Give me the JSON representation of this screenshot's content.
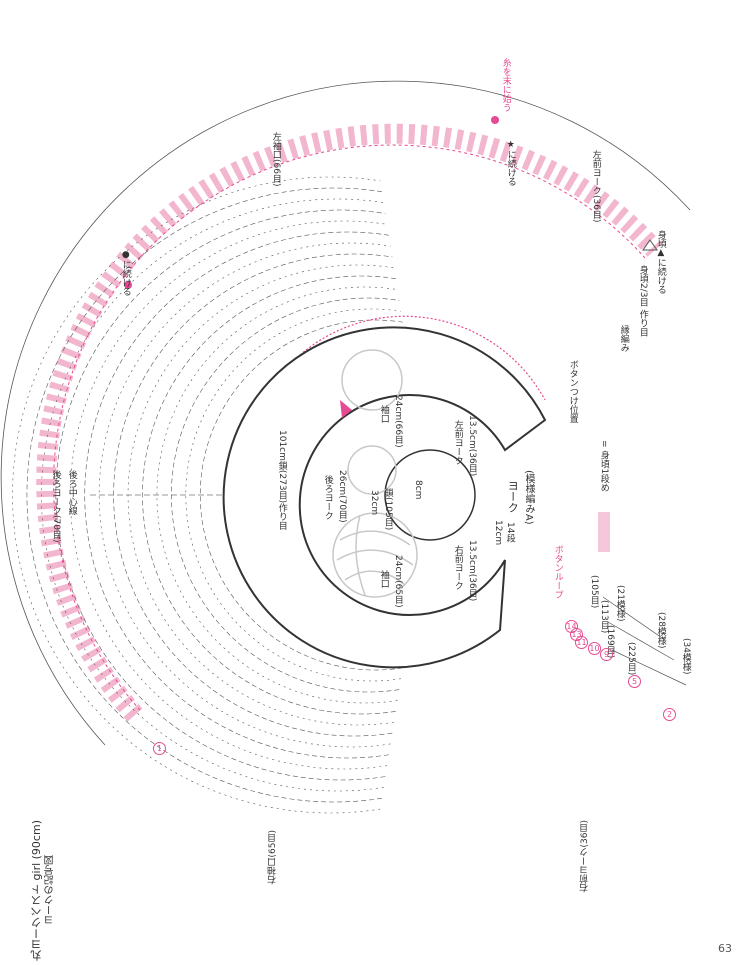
{
  "page_number": "63",
  "colors": {
    "pink": "#e64a92",
    "stitch": "#444444",
    "light_pink": "#f6c6da"
  },
  "title_block": {
    "line1": "丸ヨークベスト girl (90cm)",
    "line2": "ヨークの記号図"
  },
  "labels": {
    "back_yoke_top": "後ろヨーク(70目)",
    "back_center": "後ろ中心線",
    "left_armhole": "左袖口(66目)",
    "right_armhole": "右袖口(65目)",
    "left_front_yoke": "左前ヨーク(36目)",
    "right_front_yoke": "右前ヨーク(36目)",
    "start_chain": "101cm鎖(273目)作り目",
    "button_loop": "ボタンループ",
    "button_position": "ボタンつけ位置",
    "body_pick": "身頃2/3目 作り目",
    "edge_knit": "縁編み",
    "join_star": "★に続ける",
    "join_circle": "●に続ける",
    "join_triangle": "身頃▲に続ける",
    "thread_trim": "糸を末に始う",
    "count_105": "(105目)",
    "count_113": "(113目)",
    "count_169": "(169目)",
    "count_225": "(225目)",
    "pattern_21": "(21模様)",
    "pattern_28": "(28模様)",
    "pattern_34": "(34模様)",
    "legend_text": "= 身頃1段め"
  },
  "schematic": {
    "title": "ヨーク",
    "subtitle": "(模様編みA)",
    "back_yoke": "後ろヨーク",
    "back_yoke_size": "26cm(70目)",
    "left_front": "左前ヨーク",
    "left_front_size": "13.5cm(36目)",
    "right_front": "右前ヨーク",
    "right_front_size": "13.5cm(36目)",
    "sleeve_top": "袖口",
    "sleeve_top_size": "24cm(66目)",
    "sleeve_bottom": "袖口",
    "sleeve_bottom_size": "24cm(65目)",
    "center_size": "8cm",
    "height_size": "12cm",
    "rows": "14段",
    "neck": "32cm",
    "neck_count": "鎖(105目)"
  },
  "round_markers": [
    "1",
    "2",
    "5",
    "9",
    "10",
    "11",
    "13",
    "14"
  ]
}
